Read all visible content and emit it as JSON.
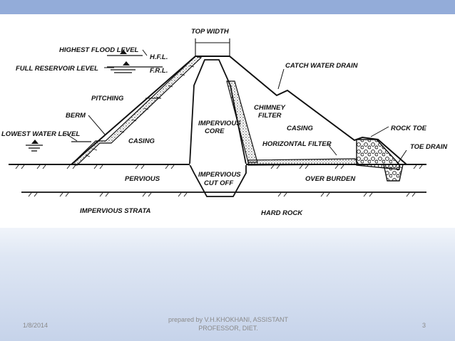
{
  "diagram": {
    "labels": {
      "top_width": "TOP WIDTH",
      "highest_flood_level": "HIGHEST FLOOD LEVEL",
      "hfl": "H.F.L.",
      "full_reservoir_level": "FULL RESERVOIR LEVEL",
      "frl": "F.R.L.",
      "catch_water_drain": "CATCH WATER DRAIN",
      "pitching": "PITCHING",
      "chimney_1": "CHIMNEY",
      "chimney_2": "FILTER",
      "berm": "BERM",
      "impervious_core_1": "IMPERVIOUS",
      "impervious_core_2": "CORE",
      "casing_right": "CASING",
      "rock_toe": "ROCK TOE",
      "lowest_water_level": "LOWEST WATER LEVEL",
      "casing_left": "CASING",
      "horizontal_filter": "HORIZONTAL FILTER",
      "toe_drain": "TOE DRAIN",
      "pervious": "PERVIOUS",
      "impervious_cutoff_1": "IMPERVIOUS",
      "impervious_cutoff_2": "CUT OFF",
      "over_burden": "OVER BURDEN",
      "impervious_strata": "IMPERVIOUS STRATA",
      "hard_rock": "HARD ROCK"
    }
  },
  "footer": {
    "date": "1/8/2014",
    "credit_line1": "prepared by V.H.KHOKHANI, ASSISTANT",
    "credit_line2": "PROFESSOR, DIET.",
    "page": "3"
  },
  "colors": {
    "topbar": "#93acd9",
    "ink": "#111111",
    "footer_text": "#8a8a8a"
  }
}
